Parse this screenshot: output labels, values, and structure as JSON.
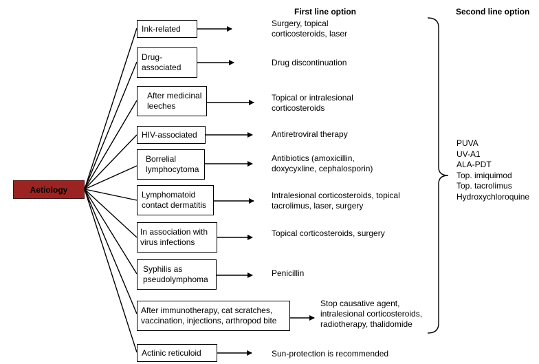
{
  "headers": {
    "first_line": "First line option",
    "second_line": "Second line option"
  },
  "root": {
    "label": "Aetiology"
  },
  "rows": [
    {
      "cause": "Ink-related",
      "treatment": "Surgery, topical corticosteroids, laser"
    },
    {
      "cause": "Drug-associated",
      "treatment": "Drug discontinuation"
    },
    {
      "cause": "After medicinal leeches",
      "treatment": "Topical or intralesional corticosteroids"
    },
    {
      "cause": "HIV-associated",
      "treatment": "Antiretroviral therapy"
    },
    {
      "cause": "Borrelial lymphocytoma",
      "treatment": "Antibiotics (amoxicillin, doxycyxline, cephalosporin)"
    },
    {
      "cause": "Lymphomatoid contact dermatitis",
      "treatment": "Intralesional corticosteroids, topical tacrolimus, laser, surgery"
    },
    {
      "cause": "In association with virus infections",
      "treatment": "Topical corticosteroids, surgery"
    },
    {
      "cause": "Syphilis as pseudolymphoma",
      "treatment": "Penicillin"
    },
    {
      "cause": "After immunotherapy, cat scratches, vaccination, injections, arthropod bite",
      "treatment": "Stop causative agent, intralesional corticosteroids, radiotherapy, thalidomide"
    },
    {
      "cause": "Actinic reticuloid",
      "treatment": "Sun-protection is recommended"
    }
  ],
  "second_line_options": [
    "PUVA",
    "UV-A1",
    "ALA-PDT",
    "Top. imiquimod",
    "Top. tacrolimus",
    "Hydroxychloroquine"
  ]
}
